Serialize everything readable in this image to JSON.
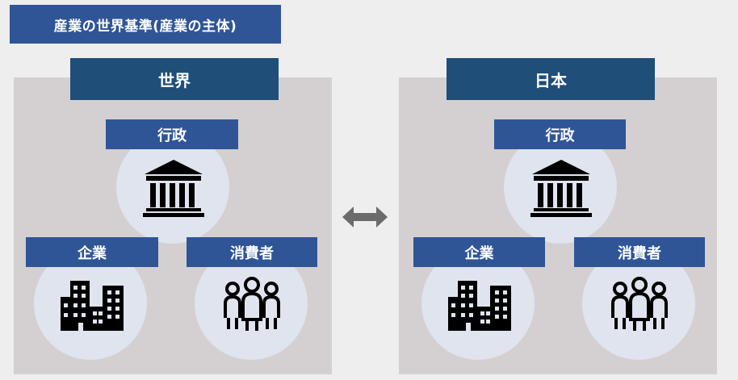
{
  "title": "産業の世界基準(産業の主体)",
  "panels": {
    "world": {
      "header": "世界",
      "government": "行政",
      "company": "企業",
      "consumer": "消費者"
    },
    "japan": {
      "header": "日本",
      "government": "行政",
      "company": "企業",
      "consumer": "消費者"
    }
  },
  "icons": {
    "government": "government-building-icon",
    "company": "office-buildings-icon",
    "consumer": "people-group-icon",
    "exchange": "double-arrow-icon"
  },
  "colors": {
    "title_bg": "#2f5597",
    "header_bg": "#1f4e79",
    "label_bg": "#2f5597",
    "panel_bg": "#d4d0d1",
    "circle_bg": "#dfe4ee",
    "arrow": "#6b6b6b"
  }
}
